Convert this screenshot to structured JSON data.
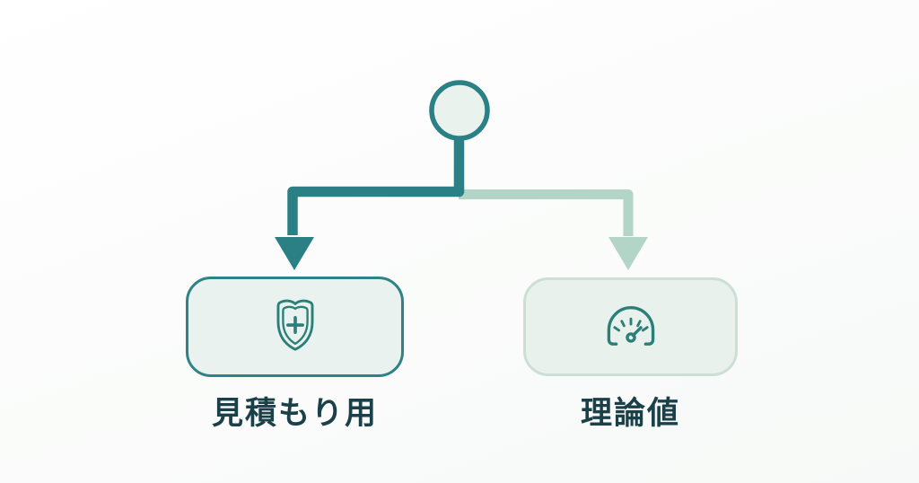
{
  "diagram": {
    "type": "branching-flow",
    "root": {
      "icon": "circle-node"
    },
    "branches": [
      {
        "label": "見積もり用",
        "icon": "shield-plus-icon",
        "emphasis": "primary"
      },
      {
        "label": "理論値",
        "icon": "gauge-icon",
        "emphasis": "secondary"
      }
    ],
    "colors": {
      "primary_teal": "#2a8084",
      "secondary_light_green": "#b3d5c7",
      "box_fill": "#e9f2ee",
      "primary_box_border": "#2f8286",
      "secondary_box_border": "#ccdfd6",
      "icon_teal": "#2a8078",
      "label_text": "#1a4049",
      "background": "#fbfcfb"
    }
  }
}
